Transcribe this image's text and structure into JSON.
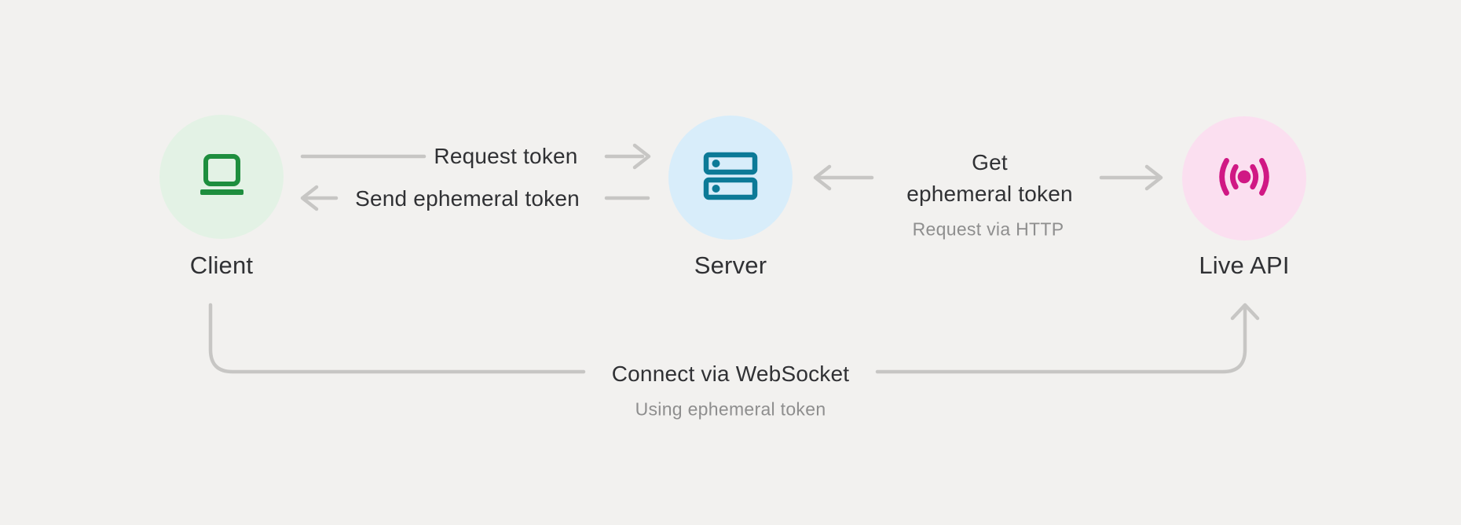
{
  "colors": {
    "background": "#f2f1ef",
    "text_dark": "#303134",
    "text_gray": "#8e8e8e",
    "arrow_gray": "#c7c6c4",
    "client_green": "#1e8e3e",
    "client_green_bg": "#e3f2e5",
    "server_teal": "#0c7a97",
    "server_teal_bg": "#d8edfa",
    "live_pink": "#d01884",
    "live_pink_bg": "#fbdff0"
  },
  "nodes": {
    "client": {
      "label": "Client",
      "icon": "laptop-icon"
    },
    "server": {
      "label": "Server",
      "icon": "server-rack-icon"
    },
    "live_api": {
      "label": "Live API",
      "icon": "live-broadcast-icon"
    }
  },
  "edges": {
    "request_token": {
      "label": "Request token"
    },
    "send_ephemeral_token": {
      "label": "Send ephemeral token"
    },
    "get_ephemeral_token": {
      "label": "Get\nephemeral token",
      "sublabel": "Request via HTTP"
    },
    "connect_websocket": {
      "label": "Connect via WebSocket",
      "sublabel": "Using ephemeral token"
    }
  }
}
